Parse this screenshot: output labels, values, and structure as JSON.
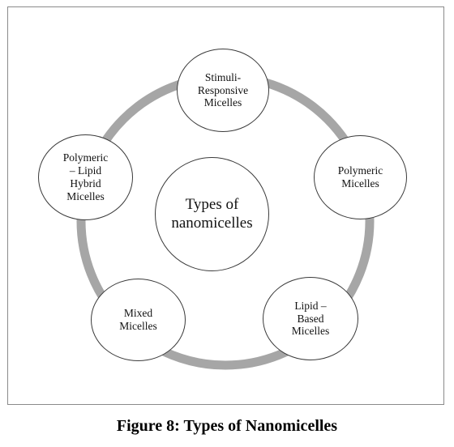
{
  "diagram": {
    "center_label": "Types of\nnanomicelles",
    "nodes": [
      {
        "id": "stimuli",
        "label": "Stimuli-\nResponsive\nMicelles"
      },
      {
        "id": "polymeric",
        "label": "Polymeric\nMicelles"
      },
      {
        "id": "lipid",
        "label": "Lipid –\nBased\nMicelles"
      },
      {
        "id": "mixed",
        "label": "Mixed\nMicelles"
      },
      {
        "id": "hybrid",
        "label": "Polymeric\n– Lipid\nHybrid\nMicelles"
      }
    ],
    "ring_color": "#a6a6a6",
    "node_border_color": "#3a3a3a"
  },
  "caption": "Figure 8: Types of Nanomicelles"
}
